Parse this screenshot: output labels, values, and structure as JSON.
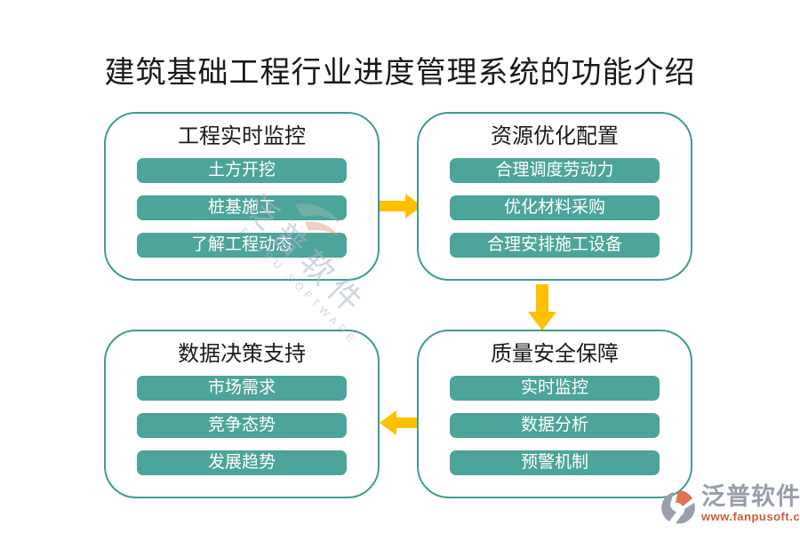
{
  "title": "建筑基础工程行业进度管理系统的功能介绍",
  "boxes": [
    {
      "title": "工程实时监控",
      "items": [
        "土方开挖",
        "桩基施工",
        "了解工程动态"
      ]
    },
    {
      "title": "资源优化配置",
      "items": [
        "合理调度劳动力",
        "优化材料采购",
        "合理安排施工设备"
      ]
    },
    {
      "title": "数据决策支持",
      "items": [
        "市场需求",
        "竞争态势",
        "发展趋势"
      ]
    },
    {
      "title": "质量安全保障",
      "items": [
        "实时监控",
        "数据分析",
        "预警机制"
      ]
    }
  ],
  "arrows": [
    {
      "icon": "arrow-right-icon",
      "from": "工程实时监控",
      "to": "资源优化配置"
    },
    {
      "icon": "arrow-down-icon",
      "from": "资源优化配置",
      "to": "质量安全保障"
    },
    {
      "icon": "arrow-left-icon",
      "from": "质量安全保障",
      "to": "数据决策支持"
    }
  ],
  "watermark": {
    "text": "泛普软件",
    "subtext": "FANPU SOFTWARE"
  },
  "brand": {
    "name": "泛普软件",
    "url": "www.fanpusoft.com"
  },
  "colors": {
    "box_border_teal": "#3E9C92",
    "pill_teal": "#4CA49A",
    "arrow_gold": "#FFC000",
    "title_color": "#1A1A1A",
    "watermark_blue": "#A9B6CC",
    "brand_gray": "#979EA9",
    "brand_orange": "#CE5B3E",
    "pill_text": "#FFFFFF"
  }
}
